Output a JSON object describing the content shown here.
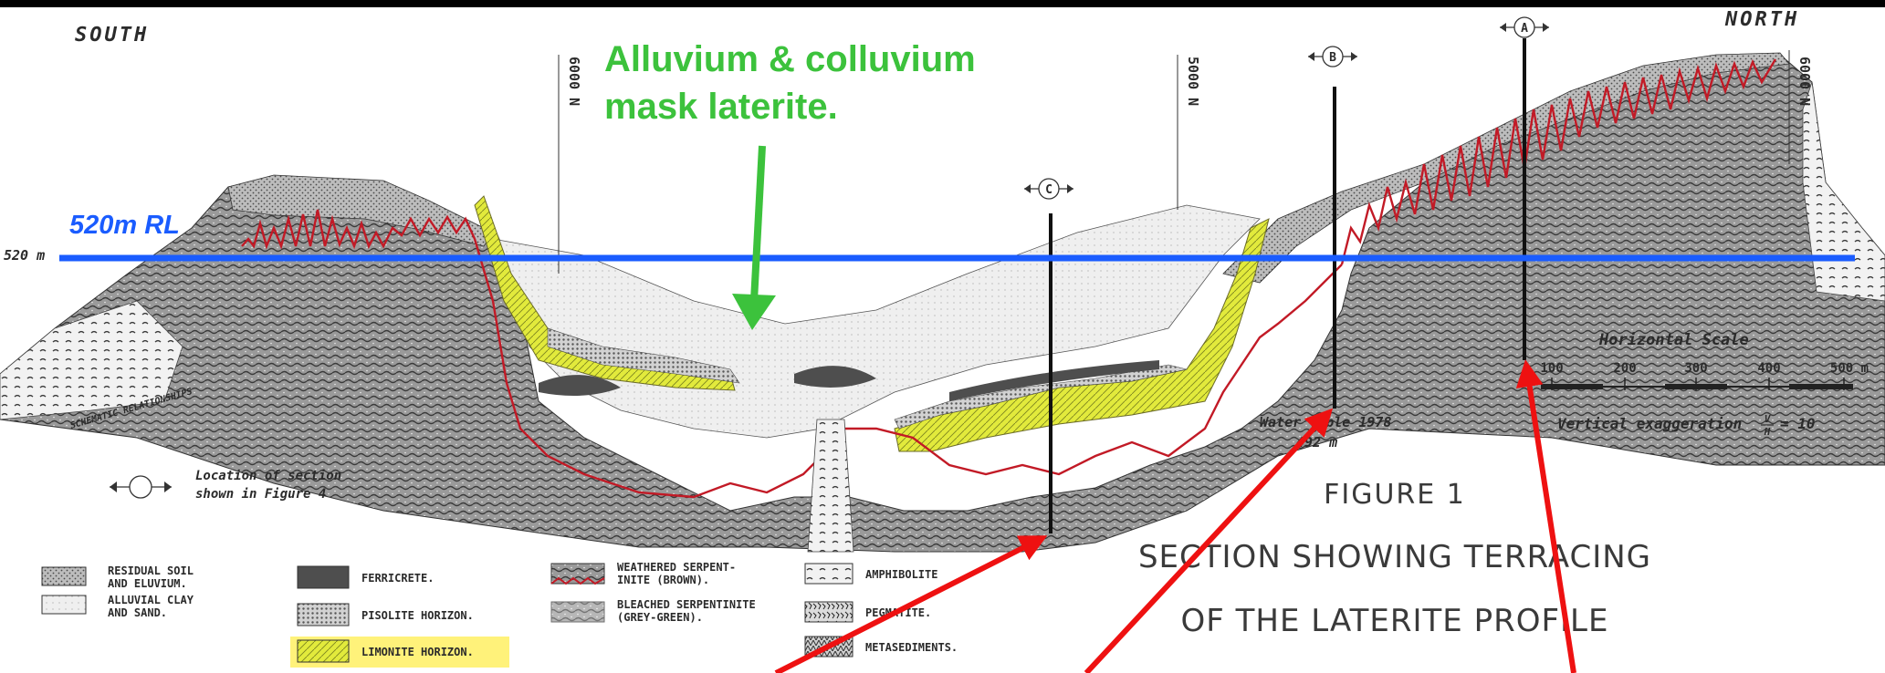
{
  "colors": {
    "green": "#3cc23c",
    "blue": "#1a5cff",
    "red": "#ee1111",
    "laterite_boundary": "#c21a26",
    "limonite": "#e2ea3c",
    "ferricrete": "#4e4e4e",
    "serpentinite": "#8a8a8a",
    "alluvium": "#e8e8e8",
    "legend_highlight": "#fff27a"
  },
  "compass": {
    "south": "SOUTH",
    "north": "NORTH"
  },
  "grid_labels": [
    "6000 N",
    "5000 N",
    "6000 N"
  ],
  "section_markers": [
    "C",
    "B",
    "A"
  ],
  "callouts": {
    "alluvium_line1": "Alluvium & colluvium",
    "alluvium_line2": "mask laterite.",
    "rl_label": "520m RL"
  },
  "elevation_label": "520 m",
  "schematic_label": "SCHEMATIC RELATIONSHIPS",
  "location_note": {
    "line1": "Location of section",
    "line2": "shown in Figure 4"
  },
  "water_table": {
    "line1": "Water table 1978",
    "line2": "492 m"
  },
  "scale_bar": {
    "title": "Horizontal Scale",
    "ticks": [
      "100",
      "200",
      "300",
      "400",
      "500 m"
    ],
    "exaggeration_prefix": "Vertical exaggeration",
    "exaggeration_v": "V",
    "exaggeration_h": "H",
    "exaggeration_value": "= 10"
  },
  "figure": {
    "number": "FIGURE 1",
    "title_line1": "SECTION SHOWING TERRACING",
    "title_line2": "OF THE LATERITE PROFILE"
  },
  "legend": [
    {
      "key": "residual",
      "line1": "RESIDUAL SOIL",
      "line2": "AND ELUVIUM."
    },
    {
      "key": "alluvial",
      "line1": "ALLUVIAL CLAY",
      "line2": "AND SAND."
    },
    {
      "key": "ferricrete",
      "line1": "FERRICRETE.",
      "line2": ""
    },
    {
      "key": "pisolite",
      "line1": "PISOLITE HORIZON.",
      "line2": ""
    },
    {
      "key": "limonite",
      "line1": "LIMONITE HORIZON.",
      "line2": ""
    },
    {
      "key": "weathered",
      "line1": "WEATHERED SERPENT-",
      "line2": "INITE (BROWN)."
    },
    {
      "key": "bleached",
      "line1": "BLEACHED SERPENTINITE",
      "line2": "(GREY-GREEN)."
    },
    {
      "key": "amphibolite",
      "line1": "AMPHIBOLITE",
      "line2": ""
    },
    {
      "key": "pegmatite",
      "line1": "PEGMATITE.",
      "line2": ""
    },
    {
      "key": "metasediments",
      "line1": "METASEDIMENTS.",
      "line2": ""
    }
  ]
}
